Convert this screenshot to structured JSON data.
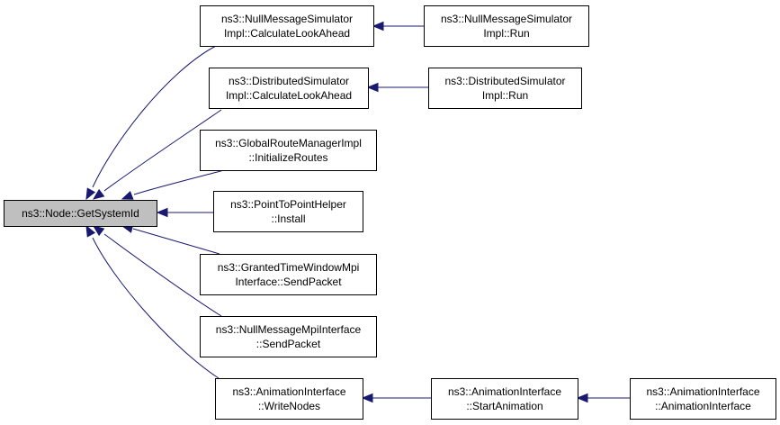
{
  "diagram": {
    "root": "node-get-system-id",
    "nodes": [
      {
        "id": "node-get-system-id",
        "lines": [
          "ns3::Node::GetSystemId"
        ],
        "root": true
      },
      {
        "id": "node-nullmsg-calc",
        "lines": [
          "ns3::NullMessageSimulator",
          "Impl::CalculateLookAhead"
        ]
      },
      {
        "id": "node-nullmsg-run",
        "lines": [
          "ns3::NullMessageSimulator",
          "Impl::Run"
        ]
      },
      {
        "id": "node-distsim-calc",
        "lines": [
          "ns3::DistributedSimulator",
          "Impl::CalculateLookAhead"
        ]
      },
      {
        "id": "node-distsim-run",
        "lines": [
          "ns3::DistributedSimulator",
          "Impl::Run"
        ]
      },
      {
        "id": "node-globalroute-init",
        "lines": [
          "ns3::GlobalRouteManagerImpl",
          "::InitializeRoutes"
        ]
      },
      {
        "id": "node-p2p-install",
        "lines": [
          "ns3::PointToPointHelper",
          "::Install"
        ]
      },
      {
        "id": "node-granted-sendpacket",
        "lines": [
          "ns3::GrantedTimeWindowMpi",
          "Interface::SendPacket"
        ]
      },
      {
        "id": "node-nullmpi-sendpacket",
        "lines": [
          "ns3::NullMessageMpiInterface",
          "::SendPacket"
        ]
      },
      {
        "id": "node-anim-writenodes",
        "lines": [
          "ns3::AnimationInterface",
          "::WriteNodes"
        ]
      },
      {
        "id": "node-anim-start",
        "lines": [
          "ns3::AnimationInterface",
          "::StartAnimation"
        ]
      },
      {
        "id": "node-anim-ctor",
        "lines": [
          "ns3::AnimationInterface",
          "::AnimationInterface"
        ]
      }
    ],
    "edges": [
      {
        "from": "node-nullmsg-calc",
        "to": "node-get-system-id"
      },
      {
        "from": "node-distsim-calc",
        "to": "node-get-system-id"
      },
      {
        "from": "node-globalroute-init",
        "to": "node-get-system-id"
      },
      {
        "from": "node-p2p-install",
        "to": "node-get-system-id"
      },
      {
        "from": "node-granted-sendpacket",
        "to": "node-get-system-id"
      },
      {
        "from": "node-nullmpi-sendpacket",
        "to": "node-get-system-id"
      },
      {
        "from": "node-anim-writenodes",
        "to": "node-get-system-id"
      },
      {
        "from": "node-nullmsg-run",
        "to": "node-nullmsg-calc"
      },
      {
        "from": "node-distsim-run",
        "to": "node-distsim-calc"
      },
      {
        "from": "node-anim-start",
        "to": "node-anim-writenodes"
      },
      {
        "from": "node-anim-ctor",
        "to": "node-anim-start"
      }
    ]
  },
  "colors": {
    "edge": "#191970",
    "root_fill": "#bfbfbf",
    "node_fill": "#ffffff",
    "node_border": "#000000"
  }
}
